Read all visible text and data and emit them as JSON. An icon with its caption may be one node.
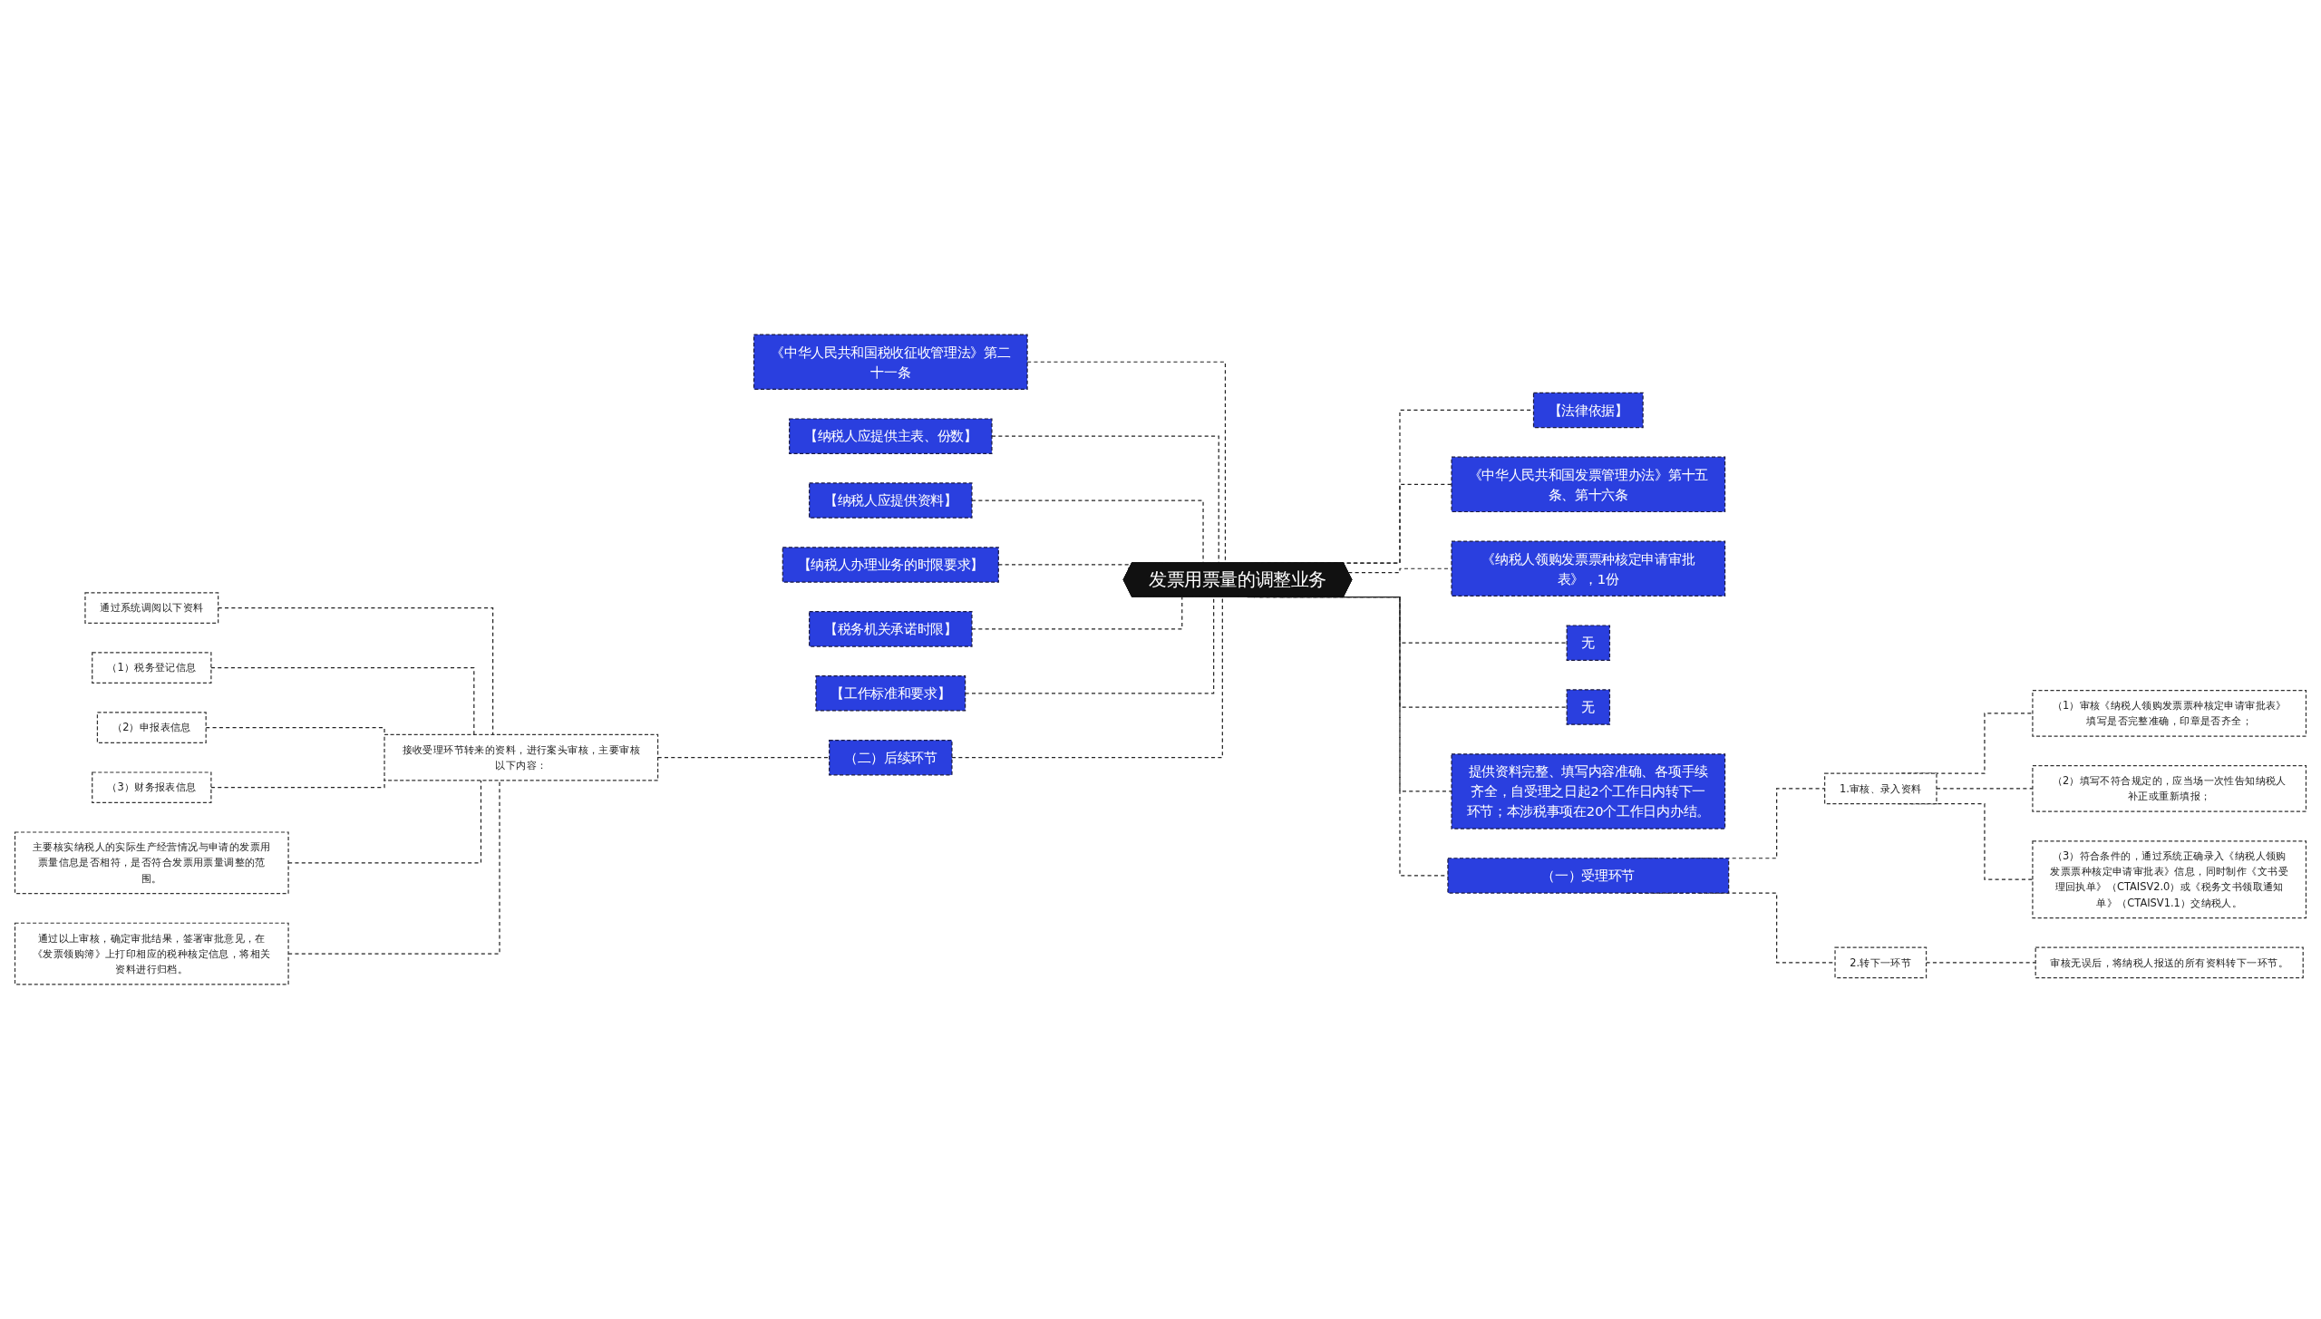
{
  "diagram": {
    "nodes": [
      {
        "text": [
          "发票用票量的调整业务"
        ]
      },
      {
        "text": [
          "【法律依据】"
        ]
      },
      {
        "text": [
          "《中华人民共和国发票管理办法》第十五条、第十六条"
        ]
      },
      {
        "text": [
          "《纳税人领购发票票种核定申请审批表》，1份"
        ]
      },
      {
        "text": [
          "无"
        ]
      },
      {
        "text": [
          "无"
        ]
      },
      {
        "text": [
          "提供资料完整、填写内容准确、各项手续齐全，自受理之日起2个工作日内转下一环节；本涉税事项在20个工作日内办结。"
        ]
      },
      {
        "text": [
          "（一）受理环节"
        ]
      },
      {
        "text": [
          "1.审核、录入资料"
        ]
      },
      {
        "text": [
          "（1）审核《纳税人领购发票票种核定申请审批表》填写是否完整准确，印章是否齐全；"
        ]
      },
      {
        "text": [
          "（2）填写不符合规定的，应当场一次性告知纳税人补正或重新填报；"
        ]
      },
      {
        "text": [
          "（3）符合条件的，通过系统正确录入《纳税人领购发票票种核定申请审批表》信息，同时制作《文书受理回执单》（CTAISV2.0）或《税务文书领取通知单》（CTAISV1.1）交纳税人。"
        ]
      },
      {
        "text": [
          "2.转下一环节"
        ]
      },
      {
        "text": [
          "审核无误后，将纳税人报送的所有资料转下一环节。"
        ]
      },
      {
        "text": [
          "《中华人民共和国税收征收管理法》第二十一条"
        ]
      },
      {
        "text": [
          "【纳税人应提供主表、份数】"
        ]
      },
      {
        "text": [
          "【纳税人应提供资料】"
        ]
      },
      {
        "text": [
          "【纳税人办理业务的时限要求】"
        ]
      },
      {
        "text": [
          "【税务机关承诺时限】"
        ]
      },
      {
        "text": [
          "【工作标准和要求】"
        ]
      },
      {
        "text": [
          "（二）后续环节"
        ]
      },
      {
        "text": [
          "接收受理环节转来的资料，进行案头审核，主要审核以下内容："
        ]
      },
      {
        "text": [
          "通过系统调阅以下资料"
        ]
      },
      {
        "text": [
          "（1）税务登记信息"
        ]
      },
      {
        "text": [
          "（2）申报表信息"
        ]
      },
      {
        "text": [
          "（3）财务报表信息"
        ]
      },
      {
        "text": [
          "主要核实纳税人的实际生产经营情况与申请的发票用票量信息是否相符，是否符合发票用票量调整的范围。"
        ]
      },
      {
        "text": [
          "通过以上审核，确定审批结果，签署审批意见，在《发票领购簿》上打印相应的税种核定信息，将相关资料进行归档。"
        ]
      }
    ],
    "edges": [
      {
        "from": 0,
        "to": 1,
        "arrow": "none",
        "style": "dashed"
      },
      {
        "from": 0,
        "to": 2,
        "arrow": "none",
        "style": "dashed"
      },
      {
        "from": 0,
        "to": 3,
        "arrow": "none",
        "style": "dashed"
      },
      {
        "from": 0,
        "to": 4,
        "arrow": "none",
        "style": "dashed"
      },
      {
        "from": 0,
        "to": 5,
        "arrow": "none",
        "style": "dashed"
      },
      {
        "from": 0,
        "to": 6,
        "arrow": "none",
        "style": "dashed"
      },
      {
        "from": 0,
        "to": 7,
        "arrow": "none",
        "style": "dashed"
      },
      {
        "from": 7,
        "to": 8,
        "arrow": "none",
        "style": "dashed"
      },
      {
        "from": 8,
        "to": 9,
        "arrow": "none",
        "style": "dashed"
      },
      {
        "from": 8,
        "to": 10,
        "arrow": "none",
        "style": "dashed"
      },
      {
        "from": 8,
        "to": 11,
        "arrow": "none",
        "style": "dashed"
      },
      {
        "from": 7,
        "to": 12,
        "arrow": "none",
        "style": "dashed"
      },
      {
        "from": 12,
        "to": 13,
        "arrow": "none",
        "style": "dashed"
      },
      {
        "from": 0,
        "to": 14,
        "arrow": "none",
        "style": "dashed"
      },
      {
        "from": 0,
        "to": 15,
        "arrow": "none",
        "style": "dashed"
      },
      {
        "from": 0,
        "to": 16,
        "arrow": "none",
        "style": "dashed"
      },
      {
        "from": 0,
        "to": 17,
        "arrow": "none",
        "style": "dashed"
      },
      {
        "from": 0,
        "to": 18,
        "arrow": "none",
        "style": "dashed"
      },
      {
        "from": 0,
        "to": 19,
        "arrow": "none",
        "style": "dashed"
      },
      {
        "from": 0,
        "to": 20,
        "arrow": "none",
        "style": "dashed"
      },
      {
        "from": 20,
        "to": 21,
        "arrow": "none",
        "style": "dashed"
      },
      {
        "from": 21,
        "to": 22,
        "arrow": "none",
        "style": "dashed"
      },
      {
        "from": 21,
        "to": 23,
        "arrow": "none",
        "style": "dashed"
      },
      {
        "from": 21,
        "to": 24,
        "arrow": "none",
        "style": "dashed"
      },
      {
        "from": 21,
        "to": 25,
        "arrow": "none",
        "style": "dashed"
      },
      {
        "from": 21,
        "to": 26,
        "arrow": "none",
        "style": "dashed"
      },
      {
        "from": 21,
        "to": 27,
        "arrow": "none",
        "style": "dashed"
      }
    ]
  }
}
